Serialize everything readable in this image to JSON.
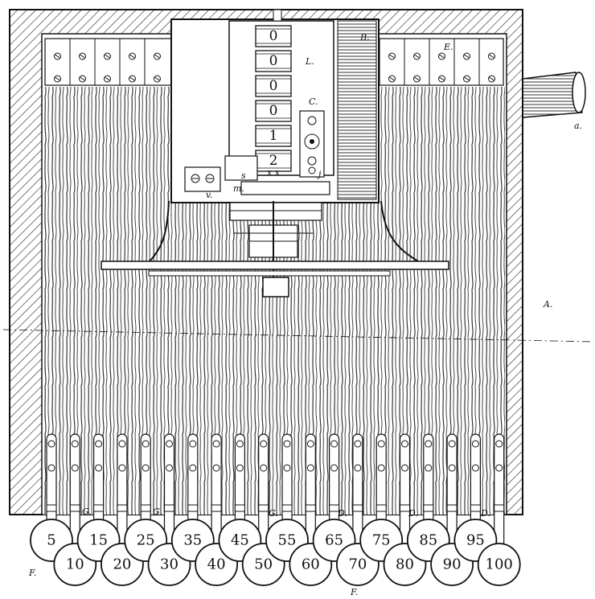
{
  "figure": {
    "counter_digits": [
      "0",
      "0",
      "0",
      "0",
      "1",
      "2"
    ],
    "key_labels_top": [
      "5",
      "15",
      "25",
      "35",
      "45",
      "55",
      "65",
      "75",
      "85",
      "95"
    ],
    "key_labels_bottom": [
      "10",
      "20",
      "30",
      "40",
      "50",
      "60",
      "70",
      "80",
      "90",
      "100"
    ],
    "reference_letters": {
      "handle": "a.",
      "side": "A.",
      "counter": "L.",
      "plate": "B.",
      "top_right": "E.",
      "gear": "C.",
      "lever_m": "m.",
      "lever_v": "v.",
      "lever_x": "x x",
      "lever_s": "s",
      "lever_j": "j",
      "foot_left": "F.",
      "foot_center": "F.",
      "guide_g1": "G.",
      "guide_g2": "G.",
      "guide_g3": "G.",
      "guide_d1": "D.",
      "guide_d2": "D.",
      "guide_d3": "D."
    }
  }
}
